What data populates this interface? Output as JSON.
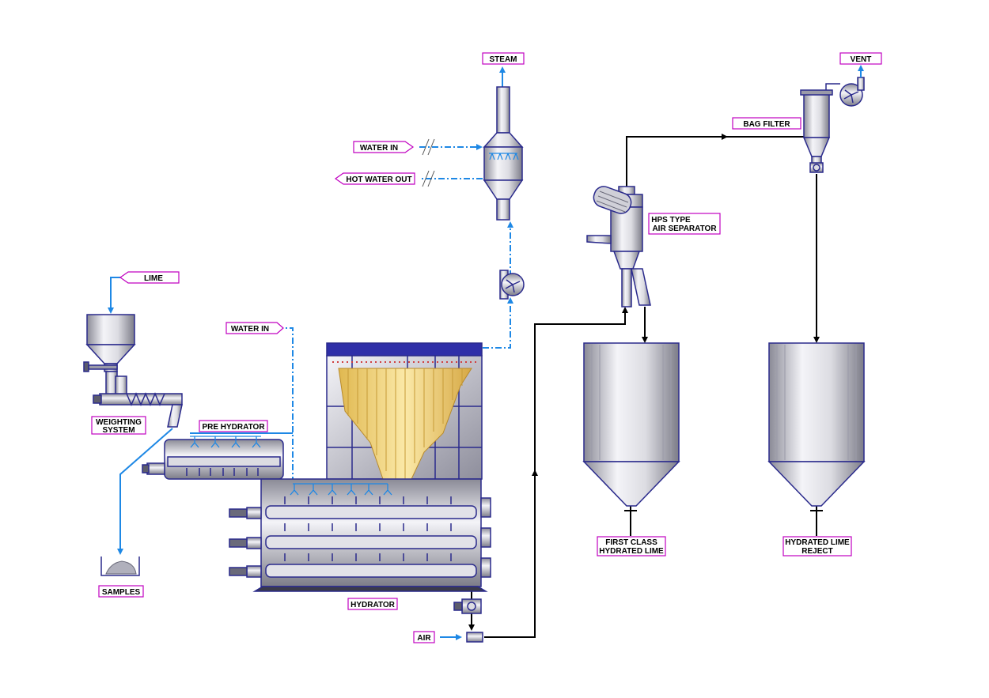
{
  "labels": {
    "steam": "STEAM",
    "vent": "VENT",
    "bag_filter": "BAG FILTER",
    "water_in_top": "WATER IN",
    "hot_water_out": "HOT WATER OUT",
    "hps_line1": "HPS TYPE",
    "hps_line2": "AIR SEPARATOR",
    "lime": "LIME",
    "water_in_mid": "WATER IN",
    "weighting_line1": "WEIGHTING",
    "weighting_line2": "SYSTEM",
    "pre_hydrator": "PRE HYDRATOR",
    "first_class_line1": "FIRST CLASS",
    "first_class_line2": "HYDRATED LIME",
    "reject_line1": "HYDRATED LIME",
    "reject_line2": "REJECT",
    "samples": "SAMPLES",
    "hydrator": "HYDRATOR",
    "air": "AIR"
  },
  "colors": {
    "label_border": "#c000c0",
    "water_line": "#1e88e5",
    "process_line": "#000000",
    "equipment_outline": "#2a2a8c",
    "fill_tube": "#f2d27a",
    "header_blue": "#2f2fa8"
  }
}
